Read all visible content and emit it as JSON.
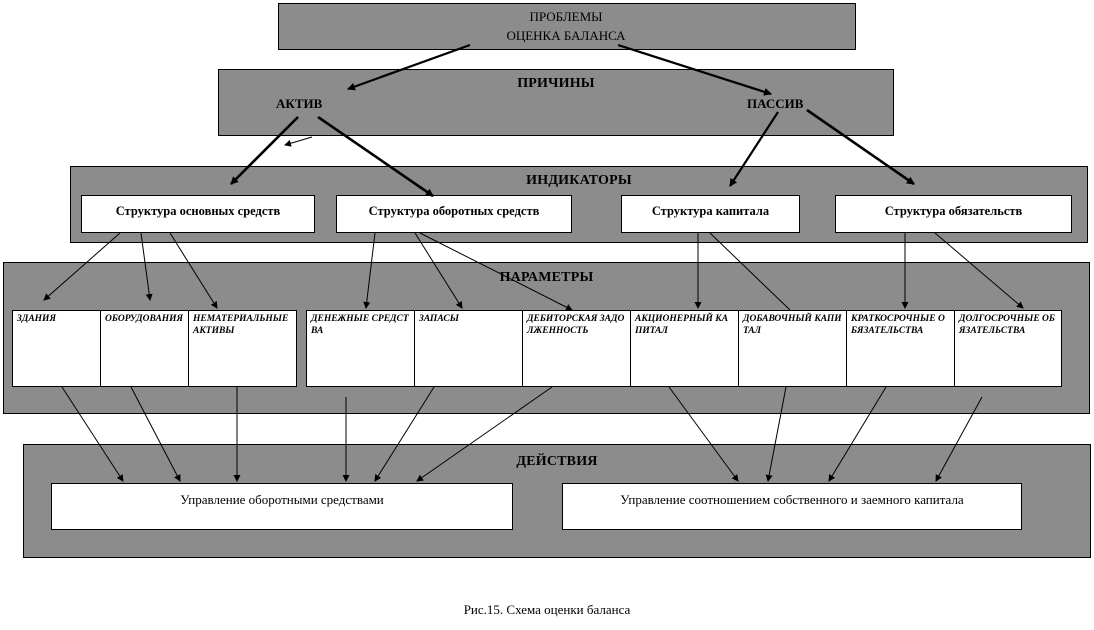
{
  "problem": {
    "line1": "ПРОБЛЕМЫ",
    "line2": "ОЦЕНКА БАЛАНСА"
  },
  "causes": {
    "title": "ПРИЧИНЫ",
    "active": "АКТИВ",
    "passive": "ПАССИВ"
  },
  "indicators": {
    "title": "ИНДИКАТОРЫ",
    "items": [
      "Структура основных средств",
      "Структура оборотных средств",
      "Структура капитала",
      "Структура обязательств"
    ]
  },
  "parameters": {
    "title": "ПАРАМЕТРЫ",
    "items": [
      "ЗДАНИЯ",
      "ОБОРУДОВАНИЯ",
      "НЕМАТЕРИАЛЬНЫЕ АКТИВЫ",
      "ДЕНЕЖНЫЕ СРЕДСТВА",
      "ЗАПАСЫ",
      "ДЕБИТОРСКАЯ ЗАДОЛЖЕННОСТЬ",
      "АКЦИОНЕРНЫЙ КАПИТАЛ",
      "ДОБАВОЧНЫЙ КАПИТАЛ",
      "КРАТКОСРОЧНЫЕ ОБЯЗАТЕЛЬСТВА",
      "ДОЛГОСРОЧНЫЕ ОБЯЗАТЕЛЬСТВА"
    ]
  },
  "actions": {
    "title": "ДЕЙСТВИЯ",
    "items": [
      "Управление оборотными средствами",
      "Управление соотношением собственного и заемного капитала"
    ]
  },
  "caption": "Рис.15. Схема оценки баланса"
}
